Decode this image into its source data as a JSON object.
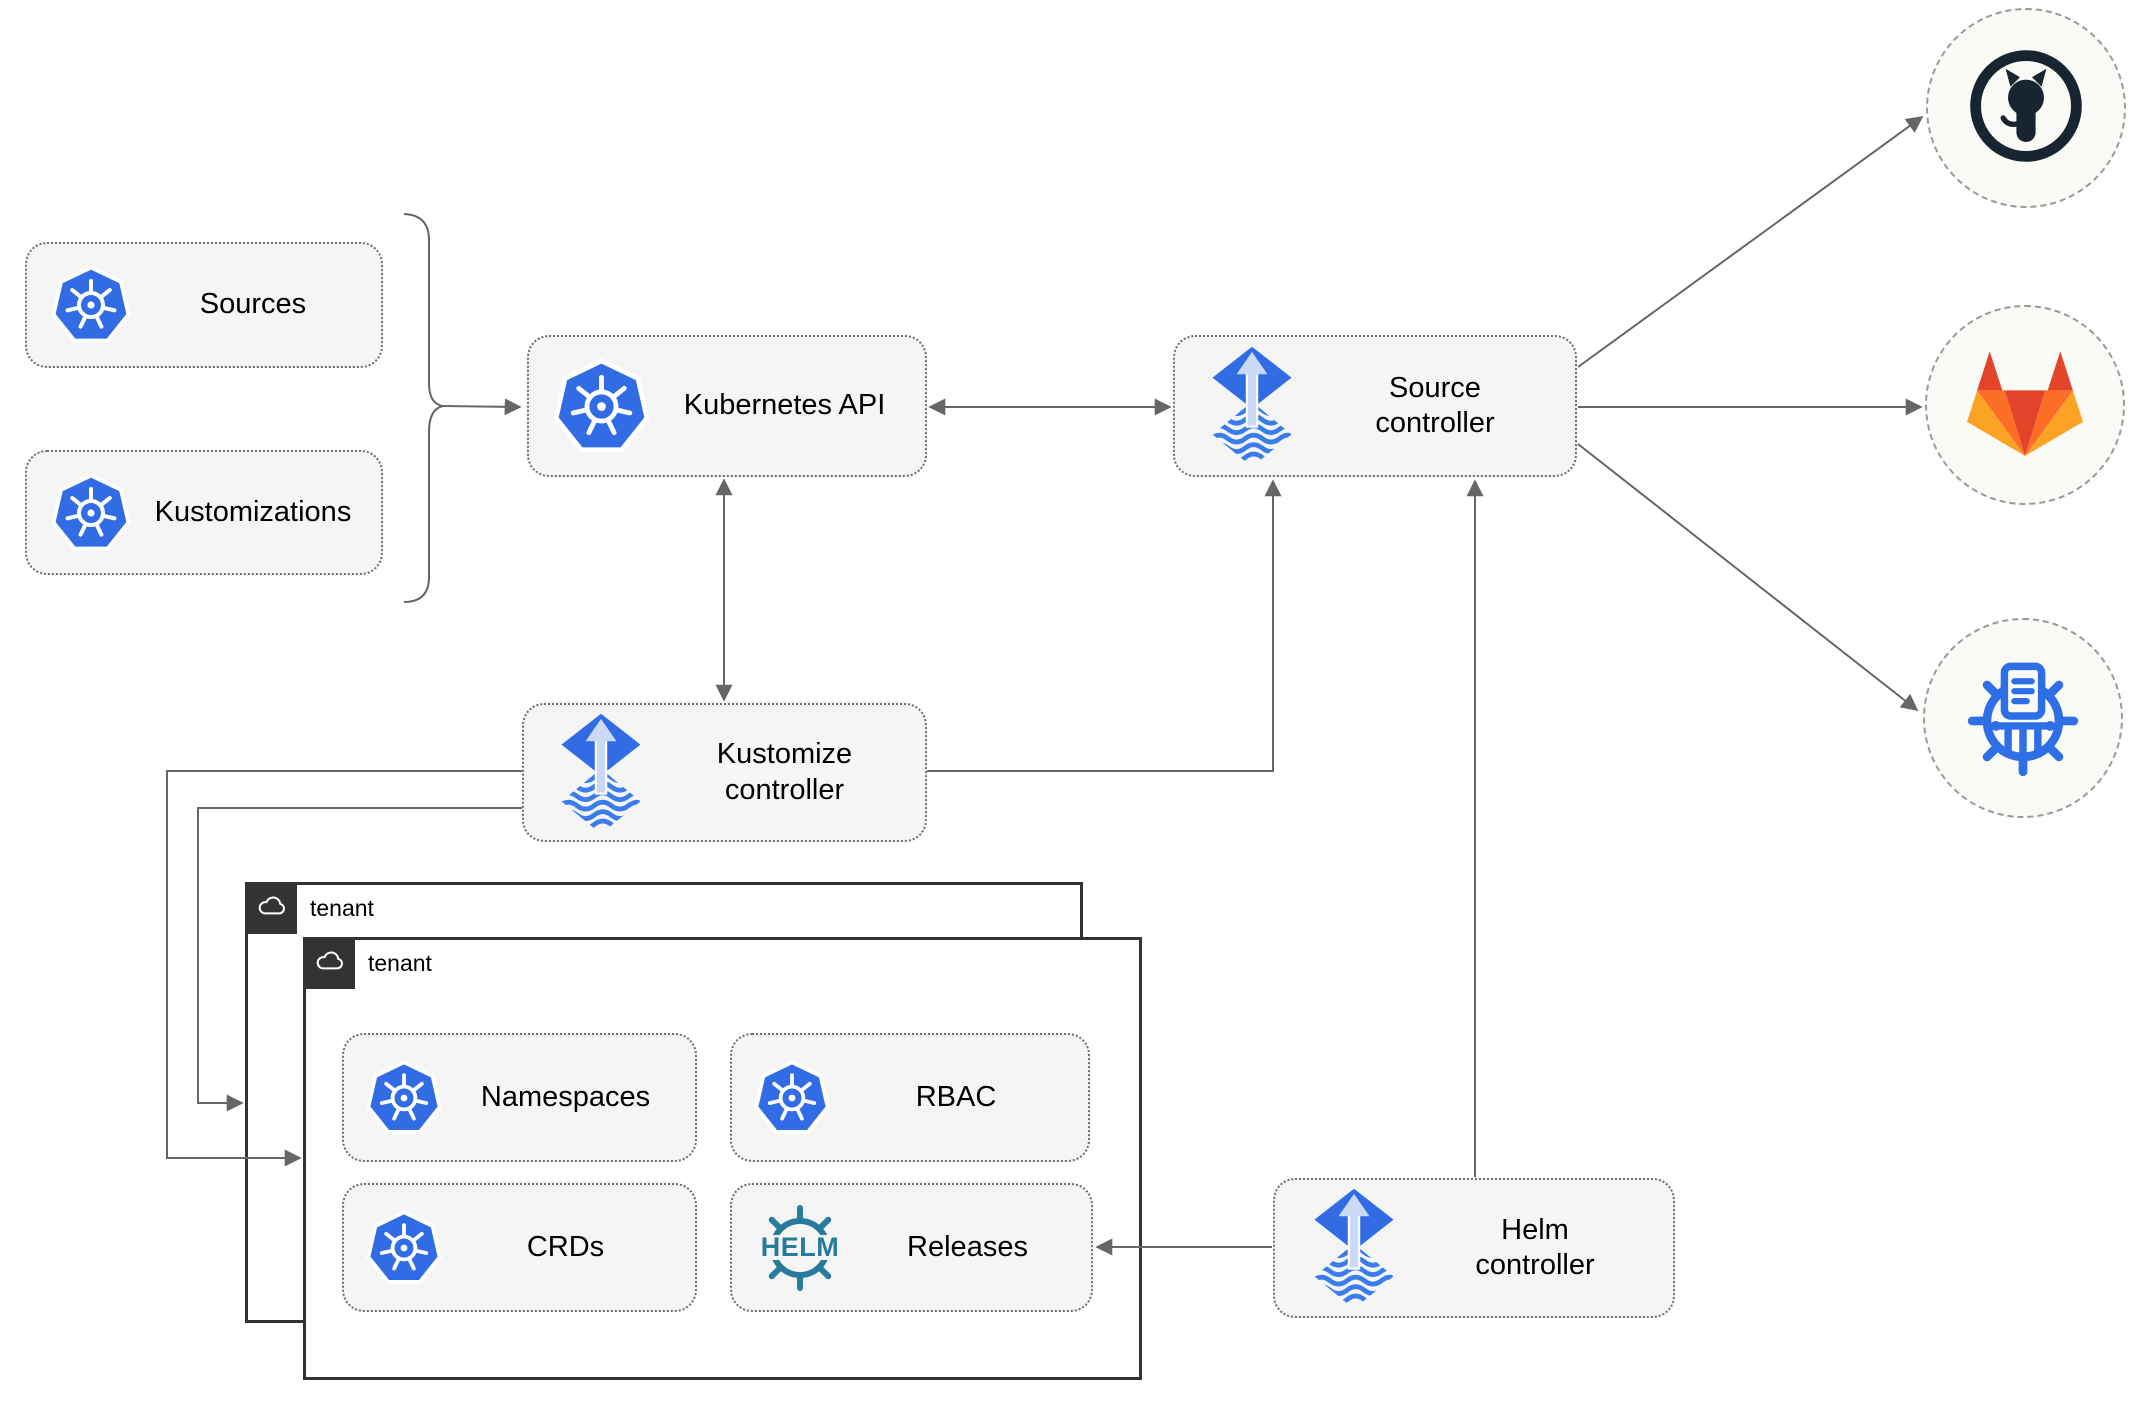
{
  "nodes": {
    "sources": {
      "label": "Sources"
    },
    "kustomizations": {
      "label": "Kustomizations"
    },
    "kubernetes_api": {
      "label": "Kubernetes API"
    },
    "source_controller": {
      "label": "Source controller"
    },
    "kustomize_controller": {
      "label": "Kustomize controller"
    },
    "helm_controller": {
      "label": "Helm controller"
    },
    "namespaces": {
      "label": "Namespaces"
    },
    "rbac": {
      "label": "RBAC"
    },
    "crds": {
      "label": "CRDs"
    },
    "releases": {
      "label": "Releases"
    }
  },
  "tenants": [
    {
      "label": "tenant"
    },
    {
      "label": "tenant"
    }
  ],
  "logos": {
    "helm_text": "HELM"
  },
  "icons": {
    "kubernetes": "kubernetes-wheel-icon",
    "flux": "flux-arrow-diamond-icon",
    "helm": "helm-wheel-icon",
    "chartmuseum": "chartmuseum-wheel-icon",
    "github": "github-octocat-icon",
    "gitlab": "gitlab-tanuki-icon",
    "cloud": "cloud-icon"
  },
  "colors": {
    "kubernetes_blue": "#326CE5",
    "flux_blue": "#316CE4",
    "flux_arrow_light": "#C9D9F6",
    "flux_wave_blue": "#3B7CEC",
    "helm_teal": "#277C9E",
    "chartmuseum_blue": "#2E6FE8",
    "github_dark": "#182430",
    "gitlab_red": "#E24329",
    "gitlab_orange": "#FC6D26",
    "gitlab_light_orange": "#FCA326",
    "connector_gray": "#666666",
    "node_fill": "#F5F5F5",
    "tenant_border": "#333333",
    "circle_fill": "#FAFAF7",
    "background": "#FFFFFF"
  }
}
